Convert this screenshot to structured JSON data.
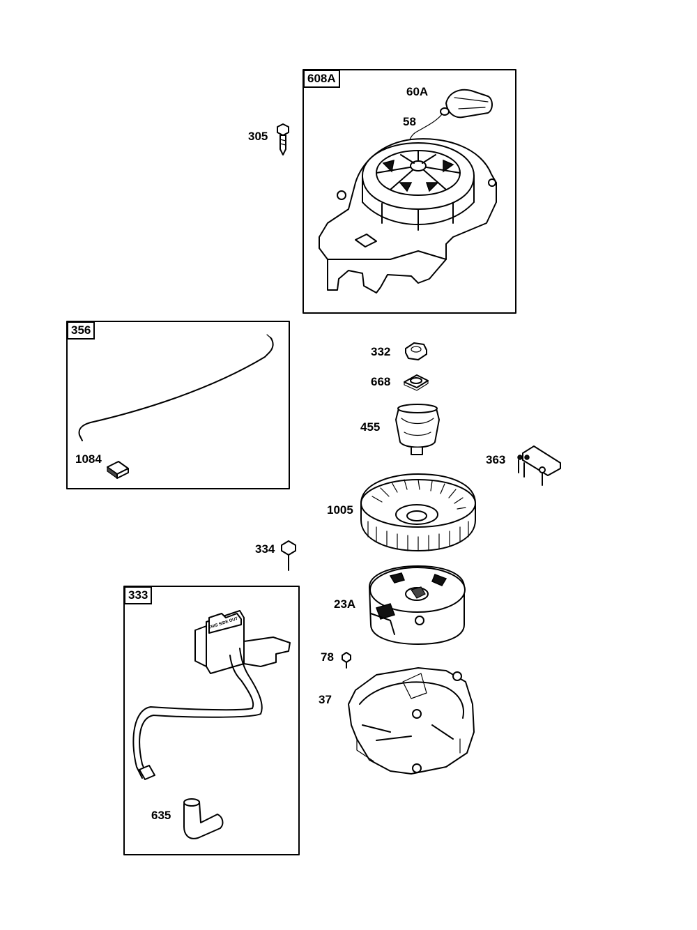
{
  "boxes": {
    "starter": "608A",
    "wire": "356",
    "ignition": "333"
  },
  "parts": {
    "p60A": "60A",
    "p58": "58",
    "p305": "305",
    "p332": "332",
    "p668": "668",
    "p455": "455",
    "p363": "363",
    "p1084": "1084",
    "p1005": "1005",
    "p334": "334",
    "p23A": "23A",
    "p78": "78",
    "p37": "37",
    "p635": "635"
  },
  "coil_text": "THIS SIDE OUT"
}
